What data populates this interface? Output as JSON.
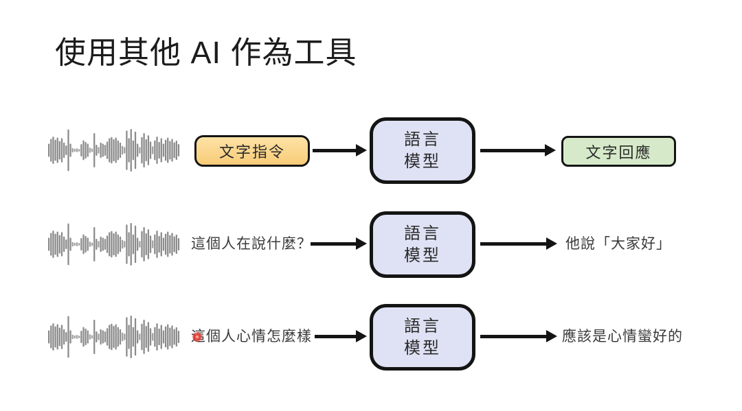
{
  "slide": {
    "title": "使用其他 AI 作為工具"
  },
  "colors": {
    "input_box_bg_top": "#FDE2A6",
    "input_box_bg_bottom": "#F8CC78",
    "output_box_bg": "#D6EAC9",
    "model_box_bg": "#DFE2F4",
    "border": "#141414",
    "waveform": "#7d7d7d",
    "red_dot": "#E8362D"
  },
  "rows": [
    {
      "input_label": "文字指令",
      "model_label": "語言\n模型",
      "output_label": "文字回應"
    },
    {
      "input_label": "這個人在說什麼？",
      "model_label": "語言\n模型",
      "output_label": "他說「大家好」"
    },
    {
      "input_label": "這個人心情怎麼樣",
      "model_label": "語言\n模型",
      "output_label": "應該是心情蠻好的"
    }
  ]
}
